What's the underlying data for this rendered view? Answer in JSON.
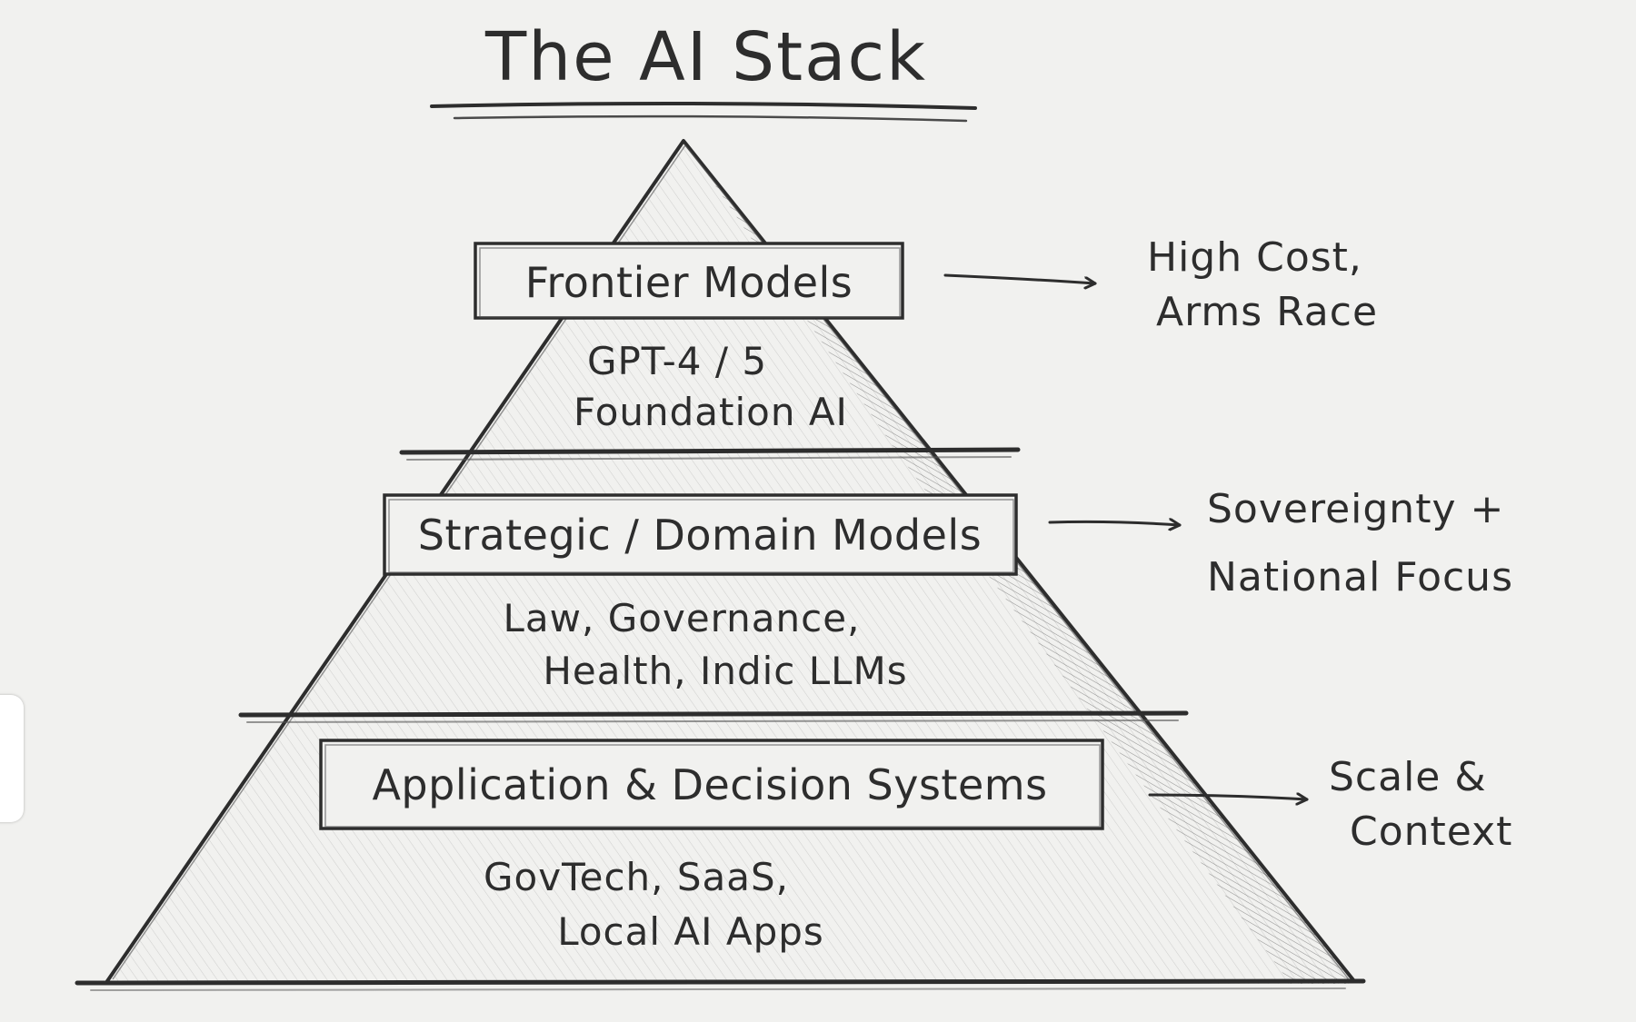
{
  "title": "The AI Stack",
  "tiers": [
    {
      "label": "Frontier Models",
      "lines": [
        "GPT-4 / 5",
        "Foundation AI"
      ],
      "note_lines": [
        "High Cost,",
        "Arms Race"
      ]
    },
    {
      "label": "Strategic / Domain Models",
      "lines": [
        "Law, Governance,",
        "Health, Indic LLMs"
      ],
      "note_lines": [
        "Sovereignty +",
        "National Focus"
      ]
    },
    {
      "label": "Application & Decision Systems",
      "lines": [
        "GovTech, SaaS,",
        "Local AI Apps"
      ],
      "note_lines": [
        "Scale &",
        "Context"
      ]
    }
  ],
  "colors": {
    "paper": "#f1f1ef",
    "pencil": "#2d2d2d",
    "shade": "#8a8a8a"
  }
}
